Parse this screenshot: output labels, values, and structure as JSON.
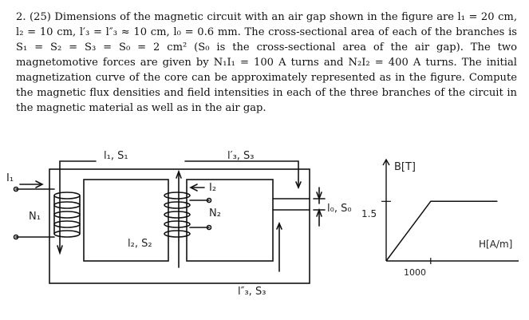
{
  "problem": {
    "number": "2.",
    "points": "(25)",
    "text_part1": "Dimensions of the magnetic circuit with an air gap shown in the figure are l₁ = 20 cm, l₂ = 10 cm, l′₃ = l″₃ ≈ 10 cm, l₀ = 0.6 mm. The cross-sectional area of each of the branches is S₁ = S₂ = S₃ = S₀ = 2 cm² (S₀ is the cross-sectional area of the air gap). The two magnetomotive forces are given by N₁I₁ = 100 A turns and N₂I₂ = 400 A turns. The initial magnetization curve of the core can be approximately represented as in the figure. Compute the magnetic flux densities and field intensities in each of the three branches of the circuit in the magnetic material as well as in the air gap."
  },
  "figure": {
    "labels": {
      "l1_s1": "l₁, S₁",
      "l3p_s3": "l′₃, S₃",
      "l3pp_s3": "l″₃, S₃",
      "l2_s2": "l₂, S₂",
      "i1": "I₁",
      "n1": "N₁",
      "i2": "I₂",
      "n2": "N₂",
      "l0_s0": "l₀, S₀"
    }
  },
  "chart_data": {
    "type": "line",
    "title": "",
    "xlabel": "H[A/m]",
    "ylabel": "B[T]",
    "x": [
      0,
      1000,
      2500
    ],
    "y": [
      0,
      1.5,
      1.5
    ],
    "x_ticks": [
      "1000"
    ],
    "y_ticks": [
      "1.5"
    ],
    "xlim": [
      0,
      2500
    ],
    "ylim": [
      0,
      2.5
    ],
    "grid": false
  }
}
